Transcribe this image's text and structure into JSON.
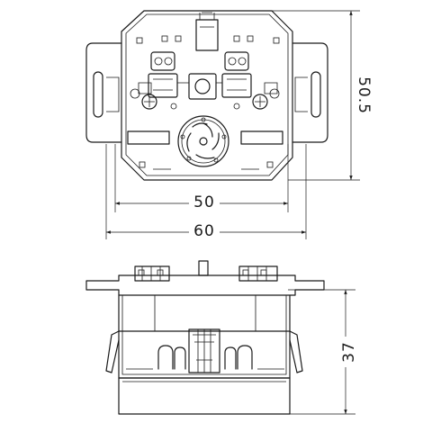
{
  "dimensions": {
    "height_top": "50.5",
    "inner_width": "50",
    "outer_width": "60",
    "depth_side": "37"
  }
}
